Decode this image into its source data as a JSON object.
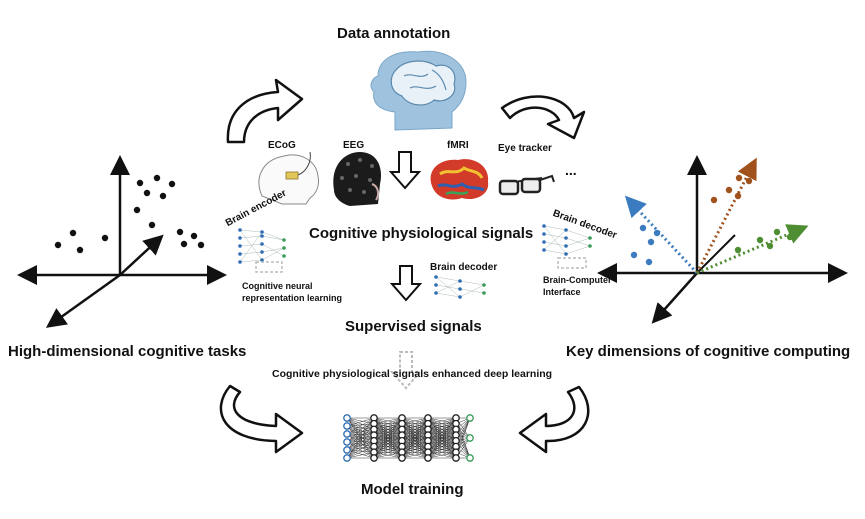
{
  "title": "Data annotation",
  "modalities": {
    "ecog": "ECoG",
    "eeg": "EEG",
    "fmri": "fMRI",
    "eye_tracker": "Eye tracker",
    "more": "..."
  },
  "cognitive_signals": "Cognitive physiological signals",
  "brain_encoder": "Brain encoder",
  "brain_decoder_left": "Brain decoder",
  "brain_decoder_right": "Brain decoder",
  "cnrl_line1": "Cognitive neural",
  "cnrl_line2": "representation learning",
  "bci_line1": "Brain-Computer",
  "bci_line2": "Interface",
  "supervised_signals": "Supervised signals",
  "left_task": "High-dimensional cognitive tasks",
  "right_task": "Key dimensions of cognitive computing",
  "enhanced_dl": "Cognitive physiological signals enhanced deep learning",
  "model_training": "Model training",
  "colors": {
    "brain_head": "#9fc3de",
    "vec_blue": "#3b7bbf",
    "vec_brown": "#a0511c",
    "vec_green": "#4f8d32",
    "node_blue": "#2f6db2",
    "node_green": "#3a9a5a"
  }
}
